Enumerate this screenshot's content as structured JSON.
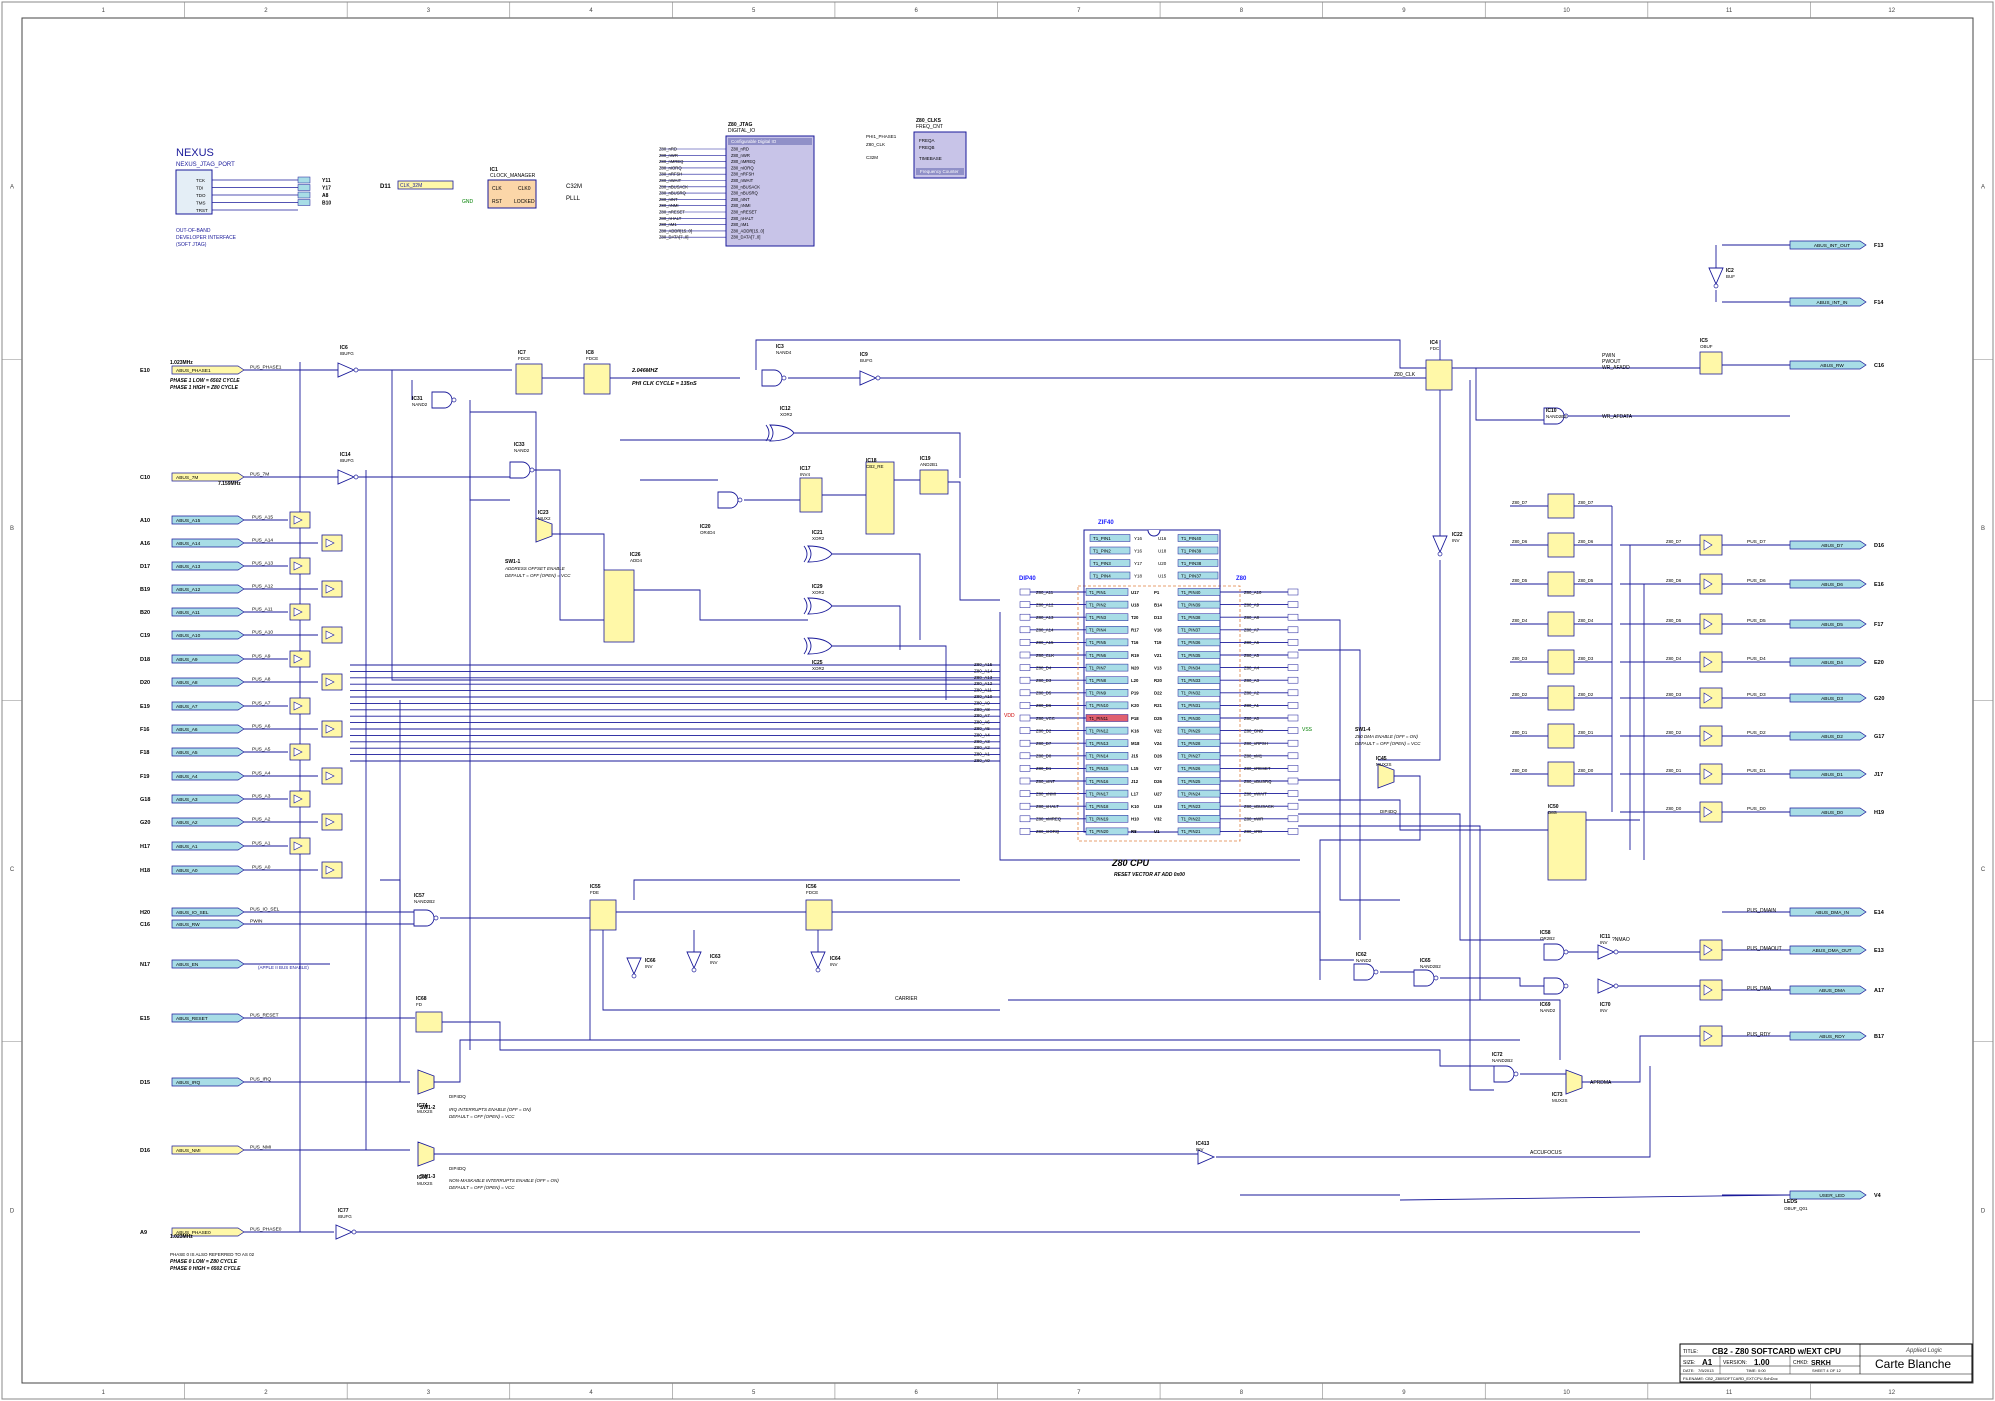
{
  "border": {
    "columns": [
      "1",
      "2",
      "3",
      "4",
      "5",
      "6",
      "7",
      "8",
      "9",
      "10",
      "11",
      "12"
    ],
    "rows": [
      "A",
      "B",
      "C",
      "D"
    ]
  },
  "colors": {
    "wire": "#1a1a9a",
    "gate_fill": "#fff8a8",
    "bus_fill": "#a8dde6",
    "ic_fill": "#c8c4e8",
    "vcc": "#cc0000",
    "gnd": "#008000",
    "zif_label": "#1a1aff",
    "pin_hot": "#e06070"
  },
  "nexus": {
    "title": "NEXUS",
    "subtitle": "NEXUS_JTAG_PORT",
    "pins": [
      "TCK",
      "TDI",
      "TDO",
      "TMS",
      "TRST"
    ],
    "nets": [
      "Y11",
      "Y17",
      "A8",
      "B10"
    ],
    "note1": "OUT-OF-BAND",
    "note2": "DEVELOPER INTERFACE",
    "note3": "(SOFT JTAG)"
  },
  "clock_manager": {
    "ref": "IC1",
    "name": "CLOCK_MANAGER",
    "in_net": "D11",
    "in_label": "CLK_32M",
    "pins": [
      "CLK",
      "RST",
      "CLK0",
      "LOCKED"
    ],
    "out1": "C32M",
    "out2": "PLLL",
    "gnd": "GND"
  },
  "z80_jtag": {
    "ref": "Z80_JTAG",
    "name": "DIGITAL_IO",
    "header": "Configurable Digital IO",
    "pins": [
      "Z80_nRD",
      "Z80_nWR",
      "Z80_nMREQ",
      "Z80_nIORQ",
      "Z80_nRFSH",
      "Z80_nWAIT",
      "Z80_nBUSACK",
      "Z80_nBUSRQ",
      "Z80_nINT",
      "Z80_nNMI",
      "Z80_nRESET",
      "Z80_nHALT",
      "Z80_nM1",
      "Z80_ADDR[15..0]",
      "Z80_DATA[7..0]"
    ]
  },
  "z80_clks": {
    "ref": "Z80_CLKS",
    "name": "FREQ_CNT",
    "inputs": [
      "PHI1_PHASE1",
      "Z80_CLK",
      "C32M"
    ],
    "pins": [
      "FREQA",
      "FREQB",
      "TIMEBASE"
    ],
    "footer": "Frequency Counter"
  },
  "left_inputs": [
    {
      "net": "E10",
      "label": "ABUS_PHASE1"
    },
    {
      "net": "C10",
      "label": "ABUS_7M"
    },
    {
      "net": "A10",
      "label": "ABUS_A15"
    },
    {
      "net": "A16",
      "label": "ABUS_A14"
    },
    {
      "net": "D17",
      "label": "ABUS_A13"
    },
    {
      "net": "B19",
      "label": "ABUS_A12"
    },
    {
      "net": "B20",
      "label": "ABUS_A11"
    },
    {
      "net": "C19",
      "label": "ABUS_A10"
    },
    {
      "net": "D18",
      "label": "ABUS_A9"
    },
    {
      "net": "D20",
      "label": "ABUS_A8"
    },
    {
      "net": "E19",
      "label": "ABUS_A7"
    },
    {
      "net": "F16",
      "label": "ABUS_A6"
    },
    {
      "net": "F18",
      "label": "ABUS_A5"
    },
    {
      "net": "F19",
      "label": "ABUS_A4"
    },
    {
      "net": "G18",
      "label": "ABUS_A3"
    },
    {
      "net": "G20",
      "label": "ABUS_A2"
    },
    {
      "net": "H17",
      "label": "ABUS_A1"
    },
    {
      "net": "H18",
      "label": "ABUS_A0"
    },
    {
      "net": "H20",
      "label": "ABUS_IO_SEL"
    },
    {
      "net": "C16",
      "label": "ABUS_RW"
    },
    {
      "net": "N17",
      "label": "ABUS_EN"
    },
    {
      "net": "E15",
      "label": "ABUS_RESET"
    },
    {
      "net": "D15",
      "label": "ABUS_IRQ"
    },
    {
      "net": "D16",
      "label": "ABUS_NMI"
    },
    {
      "net": "A9",
      "label": "ABUS_PHASE0"
    }
  ],
  "left_notes": {
    "freq1": "1.023MHz",
    "phase1a": "PHASE 1 LOW = 6502 CYCLE",
    "phase1b": "PHASE 1 HIGH = Z80 CYCLE",
    "freq7": "7.159MHz",
    "phase0a": "PHASE 0 LOW = Z80 CYCLE",
    "phase0b": "PHASE 0 HIGH = 6502 CYCLE",
    "phase0note": "PHASE 0 IS ALSO REFERRED TO AS 02",
    "abus_en_note": "(APPLE II BUS ENABLE)"
  },
  "pus_labels": [
    "PUS_PHASE1",
    "PUS_7M",
    "PUS_A15",
    "PUS_A14",
    "PUS_A13",
    "PUS_A12",
    "PUS_A11",
    "PUS_A10",
    "PUS_A9",
    "PUS_A8",
    "PUS_A7",
    "PUS_A6",
    "PUS_A5",
    "PUS_A4",
    "PUS_A3",
    "PUS_A2",
    "PUS_A1",
    "PUS_A0",
    "PUS_IO_SEL",
    "PWIN",
    "PUS_RESET",
    "PUS_IRQ",
    "PUS_NMI",
    "PUS_PHASE0"
  ],
  "gates": [
    {
      "ref": "IC6",
      "type": "IBUFG"
    },
    {
      "ref": "IC7",
      "type": "FDCE"
    },
    {
      "ref": "IC8",
      "type": "FDCE"
    },
    {
      "ref": "IC31",
      "type": "NAND2"
    },
    {
      "ref": "IC33",
      "type": "NAND2"
    },
    {
      "ref": "IC14",
      "type": "IBUFG"
    },
    {
      "ref": "IC3",
      "type": "NAND4"
    },
    {
      "ref": "IC9",
      "type": "BUFG"
    },
    {
      "ref": "IC12",
      "type": "XOR2"
    },
    {
      "ref": "IC17",
      "type": "INV4"
    },
    {
      "ref": "IC18",
      "type": "CB2_RE"
    },
    {
      "ref": "IC19",
      "type": "AND2B1"
    },
    {
      "ref": "IC20",
      "type": "OR4D4"
    },
    {
      "ref": "IC21",
      "type": "XOR2"
    },
    {
      "ref": "IC29",
      "type": "XOR2"
    },
    {
      "ref": "IC25",
      "type": "XOR2"
    },
    {
      "ref": "IC26",
      "type": "ADD4"
    },
    {
      "ref": "IC23",
      "type": "MUX2"
    },
    {
      "ref": "IC57",
      "type": "NAND2B2"
    },
    {
      "ref": "IC55",
      "type": "FDE"
    },
    {
      "ref": "IC56",
      "type": "FDCE"
    },
    {
      "ref": "IC66",
      "type": "INV"
    },
    {
      "ref": "IC63",
      "type": "INV"
    },
    {
      "ref": "IC64",
      "type": "INV"
    },
    {
      "ref": "IC68",
      "type": "FD"
    },
    {
      "ref": "IC74",
      "type": "MUX2S"
    },
    {
      "ref": "IC76",
      "type": "MUX2S"
    },
    {
      "ref": "IC77",
      "type": "IBUFG"
    },
    {
      "ref": "IC413",
      "type": "INV"
    },
    {
      "ref": "IC4",
      "type": "FDC"
    },
    {
      "ref": "IC5",
      "type": "OBUF"
    },
    {
      "ref": "IC10",
      "type": "NAND2B2"
    },
    {
      "ref": "IC2",
      "type": "BUF"
    },
    {
      "ref": "IC22",
      "type": "INV"
    },
    {
      "ref": "IC45",
      "type": "MUX2S"
    },
    {
      "ref": "IC62",
      "type": "NAND2"
    },
    {
      "ref": "IC65",
      "type": "NAND2B2"
    },
    {
      "ref": "IC58",
      "type": "OR2B2"
    },
    {
      "ref": "IC69",
      "type": "NAND2"
    },
    {
      "ref": "IC11",
      "type": "INV"
    },
    {
      "ref": "IC70",
      "type": "INV"
    },
    {
      "ref": "IC72",
      "type": "NAND2B2"
    },
    {
      "ref": "IC73",
      "type": "MUX2S"
    },
    {
      "ref": "IC50",
      "type": "D8S"
    }
  ],
  "dip_notes": {
    "sw1": "SW1-1",
    "sw1a": "ADDRESS OFFSET ENABLE",
    "sw1b": "DEFAULT = OFF (OPEN) = VCC",
    "sw2": "SW1-2",
    "sw2a": "IRQ INTERRUPTS ENABLE (OFF = ON)",
    "sw2b": "DEFAULT = OFF (OPEN) = VCC",
    "sw3": "SW1-3",
    "sw3a": "NON-MASKABLE INTERRUPTS ENABLE (OFF = ON)",
    "sw3b": "DEFAULT = OFF (OPEN) = VCC",
    "sw4": "SW1-4",
    "sw4a": "Z80 DMA ENABLE (OFF = ON)",
    "sw4b": "DEFAULT = OFF (OPEN) = VCC",
    "dip": "DIP4DQ"
  },
  "timing": {
    "f2": "2.046MHZ",
    "phi": "PHI CLK CYCLE = 135nS",
    "carrier": "CARRIER"
  },
  "zif": {
    "title": "ZIF40",
    "dip_title": "DIP40",
    "z80_title": "Z80",
    "heading": "Z80 CPU",
    "sub": "RESET VECTOR AT ADD 0x00",
    "top_left": [
      "T1_PIN1",
      "T1_PIN2",
      "T1_PIN3",
      "T1_PIN4"
    ],
    "top_right": [
      "T1_PIN40",
      "T1_PIN39",
      "T1_PIN38",
      "T1_PIN37"
    ],
    "top_nets_l": [
      "Y16",
      "Y16",
      "Y17",
      "Y18"
    ],
    "top_nets_r": [
      "U16",
      "U18",
      "U20",
      "U15"
    ],
    "left_nets": [
      "Z80_A11",
      "Z80_A12",
      "Z80_A13",
      "Z80_A14",
      "Z80_A15",
      "Z80_CLK",
      "Z80_D4",
      "Z80_D3",
      "Z80_D5",
      "Z80_D6",
      "Z80_VCC",
      "Z80_D2",
      "Z80_D7",
      "Z80_D0",
      "Z80_D1",
      "Z80_nINT",
      "Z80_nNMI",
      "Z80_nHALT",
      "Z80_nMREQ",
      "Z80_nIORQ"
    ],
    "left_pins": [
      "T1_PIN1",
      "T1_PIN2",
      "T1_PIN3",
      "T1_PIN4",
      "T1_PIN5",
      "T1_PIN6",
      "T1_PIN7",
      "T1_PIN8",
      "T1_PIN9",
      "T1_PIN10",
      "T1_PIN11",
      "T1_PIN12",
      "T1_PIN13",
      "T1_PIN14",
      "T1_PIN15",
      "T1_PIN16",
      "T1_PIN17",
      "T1_PIN18",
      "T1_PIN19",
      "T1_PIN20"
    ],
    "left_ext": [
      "U17",
      "U18",
      "T20",
      "R17",
      "T16",
      "R19",
      "N20",
      "L20",
      "P19",
      "K20",
      "P18",
      "K16",
      "M18",
      "J15",
      "L15",
      "J12",
      "L17",
      "K10",
      "H10",
      "R8"
    ],
    "right_pins": [
      "T1_PIN40",
      "T1_PIN39",
      "T1_PIN38",
      "T1_PIN37",
      "T1_PIN36",
      "T1_PIN35",
      "T1_PIN34",
      "T1_PIN33",
      "T1_PIN32",
      "T1_PIN31",
      "T1_PIN30",
      "T1_PIN29",
      "T1_PIN28",
      "T1_PIN27",
      "T1_PIN26",
      "T1_PIN25",
      "T1_PIN24",
      "T1_PIN23",
      "T1_PIN22",
      "T1_PIN21"
    ],
    "right_nets": [
      "Z80_A10",
      "Z80_A9",
      "Z80_A8",
      "Z80_A7",
      "Z80_A6",
      "Z80_A5",
      "Z80_A4",
      "Z80_A3",
      "Z80_A2",
      "Z80_A1",
      "Z80_A0",
      "Z80_GND",
      "Z80_nRFSH",
      "Z80_nM1",
      "Z80_nRESET",
      "Z80_nBUSRQ",
      "Z80_nWAIT",
      "Z80_nBUSACK",
      "Z80_nWR",
      "Z80_nRD"
    ],
    "right_ext": [
      "P1",
      "B14",
      "D13",
      "V16",
      "T19",
      "V21",
      "V13",
      "R20",
      "D22",
      "R21",
      "D25",
      "V22",
      "V24",
      "D26",
      "V27",
      "D26",
      "U27",
      "U19",
      "V32",
      "U1"
    ],
    "vcc": "VDD",
    "vss": "VSS"
  },
  "z80_bus_labels": [
    "Z80_A15",
    "Z80_A14",
    "Z80_A13",
    "Z80_A12",
    "Z80_A11",
    "Z80_A10",
    "Z80_A9",
    "Z80_A8",
    "Z80_A7",
    "Z80_A6",
    "Z80_A5",
    "Z80_A4",
    "Z80_A3",
    "Z80_A2",
    "Z80_A1",
    "Z80_A0"
  ],
  "right_outputs": [
    {
      "net": "F13",
      "label": "ABUS_INT_OUT"
    },
    {
      "net": "F14",
      "label": "ABUS_INT_IN"
    },
    {
      "net": "C16",
      "label": "ABUS_RW"
    },
    {
      "net": "D16",
      "label": "ABUS_D7"
    },
    {
      "net": "E16",
      "label": "ABUS_D6"
    },
    {
      "net": "F17",
      "label": "ABUS_D5"
    },
    {
      "net": "E20",
      "label": "ABUS_D4"
    },
    {
      "net": "G20",
      "label": "ABUS_D3"
    },
    {
      "net": "G17",
      "label": "ABUS_D2"
    },
    {
      "net": "J17",
      "label": "ABUS_D1"
    },
    {
      "net": "H19",
      "label": "ABUS_D0"
    },
    {
      "net": "E14",
      "label": "ABUS_DMA_IN"
    },
    {
      "net": "E13",
      "label": "ABUS_DMA_OUT"
    },
    {
      "net": "A17",
      "label": "ABUS_DMA"
    },
    {
      "net": "B17",
      "label": "ABUS_RDY"
    },
    {
      "net": "V4",
      "label": "USER_LED"
    }
  ],
  "right_nets": {
    "pwin": "PWIN",
    "pwinout": "PWOUT",
    "wr": "WR_AFADD",
    "wr2": "WR_AFDATA",
    "z80clk": "Z80_CLK",
    "d_in": [
      "Z80_D7",
      "Z80_D6",
      "Z80_D5",
      "Z80_D4",
      "Z80_D3",
      "Z80_D2",
      "Z80_D1",
      "Z80_D0"
    ],
    "d_pus": [
      "PUS_D7",
      "PUS_D6",
      "PUS_D5",
      "PUS_D4",
      "PUS_D3",
      "PUS_D2",
      "PUS_D1",
      "PUS_D0"
    ],
    "dmaout": "PUS_DMAOUT",
    "dmain": "PUS_DMAIN",
    "dma": "PUS_DMA",
    "rdy": "PUS_RDY",
    "nmaout": "?NMAO",
    "aprdma": "APRDMA",
    "accufocus": "ACCUFOCUS",
    "leds": "LEDS",
    "ledq": "OBUF_Q01"
  },
  "title_block": {
    "title_label": "TITLE:",
    "title": "CB2 - Z80 SOFTCARD w/EXT CPU",
    "size_label": "SIZE:",
    "size": "A1",
    "version_label": "VERSION:",
    "version": "1.00",
    "chkd_label": "CHKD:",
    "chkd": "SRKH",
    "date_label": "DATE:",
    "date": "7/5/2013",
    "time_label": "TIME:",
    "time": "0:00",
    "sheet": "SHEET 4 OF 12",
    "brand": "Carte Blanche",
    "tagline": "Applied Logic",
    "footer": "FILENAME: CB2_Z80SOFTCARD_EXTCPU.SchDoc"
  }
}
